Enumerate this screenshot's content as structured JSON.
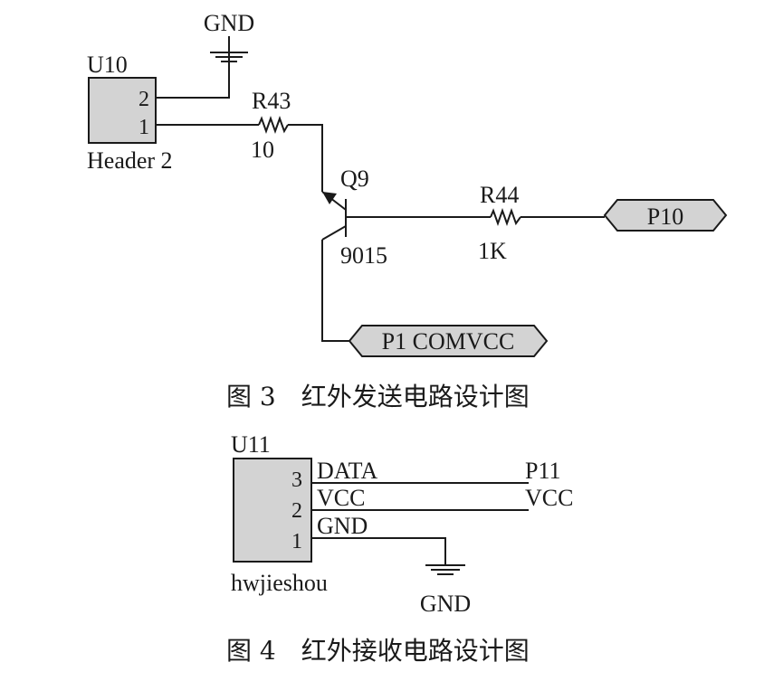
{
  "figure3": {
    "gnd_label": "GND",
    "u10": {
      "ref": "U10",
      "name": "Header 2",
      "pins": [
        "2",
        "1"
      ]
    },
    "r43": {
      "ref": "R43",
      "value": "10"
    },
    "q9": {
      "ref": "Q9",
      "value": "9015"
    },
    "r44": {
      "ref": "R44",
      "value": "1K"
    },
    "port_p10": "P10",
    "port_comvcc": "P1 COMVCC",
    "caption": "图 3　红外发送电路设计图"
  },
  "figure4": {
    "u11": {
      "ref": "U11",
      "name": "hwjieshou",
      "pins": [
        "3",
        "2",
        "1"
      ]
    },
    "pin_labels": [
      "DATA",
      "VCC",
      "GND"
    ],
    "net_labels": [
      "P11",
      "VCC"
    ],
    "gnd_label": "GND",
    "caption": "图 4　红外接收电路设计图"
  }
}
